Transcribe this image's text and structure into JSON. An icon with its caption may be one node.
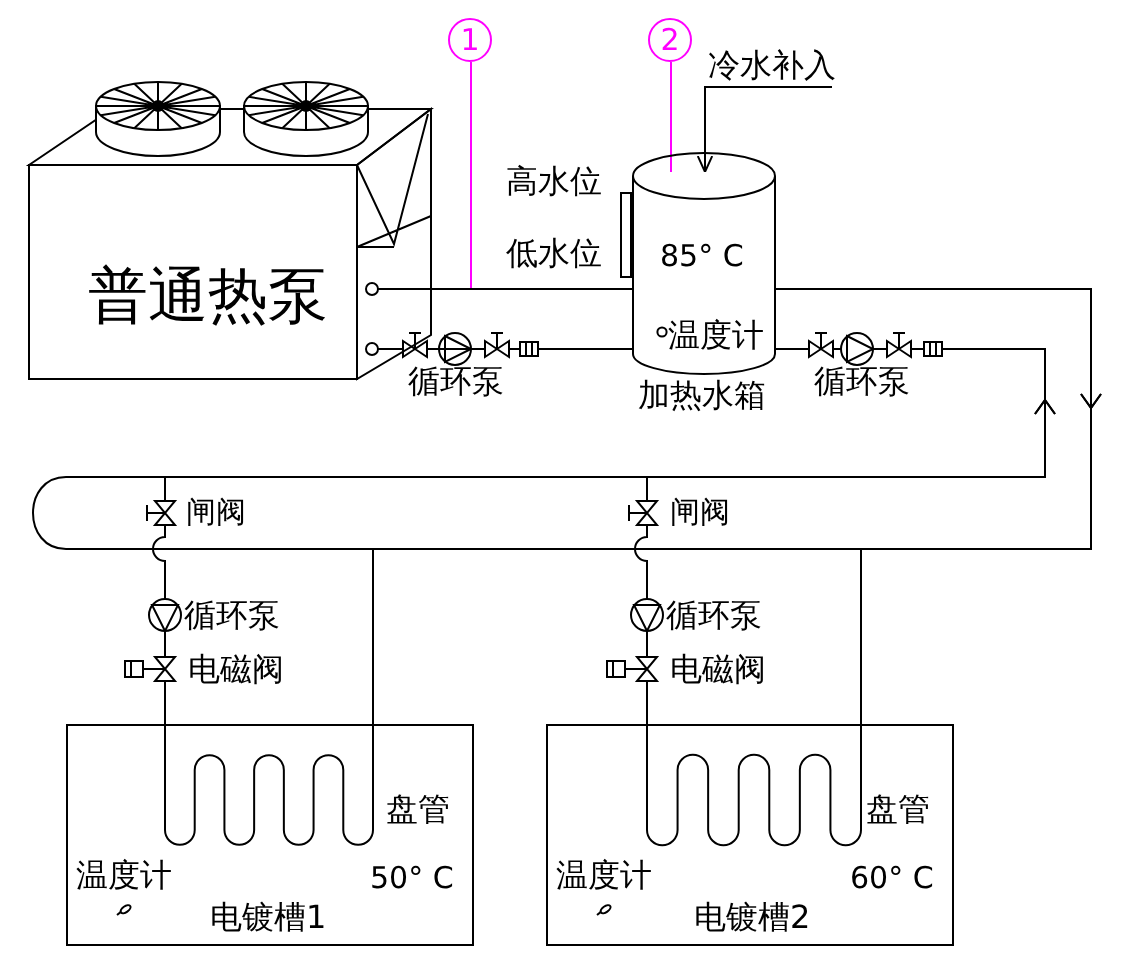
{
  "diagram": {
    "nodes": [
      {
        "text": [
          "1"
        ]
      },
      {
        "text": [
          "2"
        ]
      },
      {
        "text": [
          "冷水补入"
        ]
      },
      {
        "text": [
          "普通热泵"
        ]
      },
      {
        "text": [
          "85° C",
          "温度计"
        ],
        "beside": [
          "加热水箱"
        ]
      },
      {
        "text": [
          "盘管",
          "温度计",
          "50° C",
          "电镀槽1"
        ]
      },
      {
        "text": [
          "盘管",
          "温度计",
          "60° C",
          "电镀槽2"
        ]
      }
    ],
    "edges": [
      {
        "from": 0,
        "to": null,
        "arrow": "none",
        "color": "#ff00ff"
      },
      {
        "from": 1,
        "to": 4,
        "arrow": "none",
        "color": "#ff00ff"
      },
      {
        "from": 2,
        "to": 4,
        "arrow": "to"
      },
      {
        "from": 3,
        "to": 4,
        "arrow": "none"
      },
      {
        "from": 3,
        "to": 4,
        "arrow": "to"
      },
      {
        "from": 4,
        "to": 5,
        "arrow": "to"
      },
      {
        "from": 4,
        "to": 6,
        "arrow": "to"
      },
      {
        "from": 5,
        "to": 4,
        "arrow": "to"
      },
      {
        "from": 6,
        "to": 4,
        "arrow": "to"
      }
    ],
    "labels": [
      "高水位",
      "低水位",
      "循环泵",
      "循环泵",
      "闸阀",
      "闸阀",
      "循环泵",
      "循环泵",
      "电磁阀",
      "电磁阀"
    ]
  }
}
